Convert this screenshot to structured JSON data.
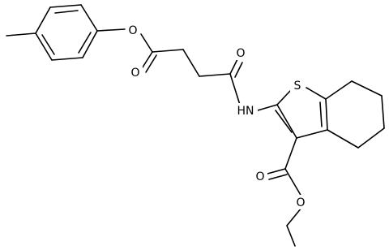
{
  "atoms": {
    "ester_oxygen": "O",
    "ester_carbonyl_oxygen": "O",
    "amide_carbonyl_oxygen": "O",
    "amide_nitrogen": "HN",
    "thiophene_sulfur": "S",
    "ethyl_ester_carbonyl_oxygen": "O",
    "ethyl_ester_oxygen": "O"
  }
}
